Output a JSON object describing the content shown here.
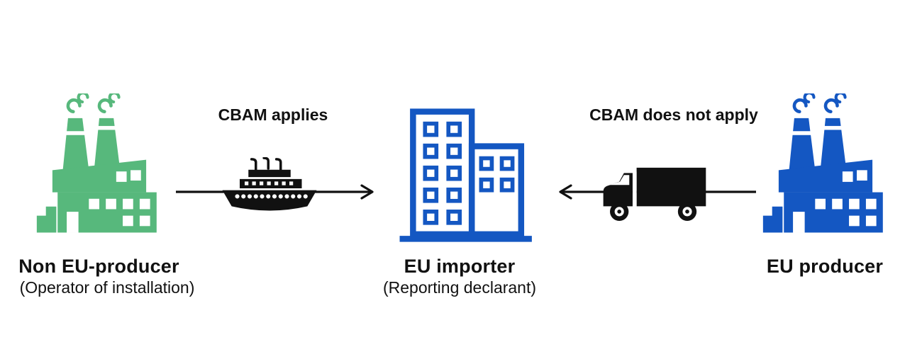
{
  "diagram": {
    "colors": {
      "green": "#57b87c",
      "blue": "#1457c2",
      "ink": "#111111",
      "background": "#ffffff"
    },
    "nodes": {
      "non_eu_producer": {
        "label": "Non EU-producer",
        "sublabel": "(Operator of installation)",
        "icon": "factory-icon"
      },
      "eu_importer": {
        "label": "EU importer",
        "sublabel": "(Reporting declarant)",
        "icon": "office-buildings-icon"
      },
      "eu_producer": {
        "label": "EU producer",
        "icon": "factory-icon"
      }
    },
    "flows": {
      "import_to_eu": {
        "label": "CBAM applies",
        "icon": "cargo-ship-icon",
        "direction": "right"
      },
      "within_eu": {
        "label": "CBAM does not apply",
        "icon": "delivery-truck-icon",
        "direction": "left"
      }
    }
  }
}
